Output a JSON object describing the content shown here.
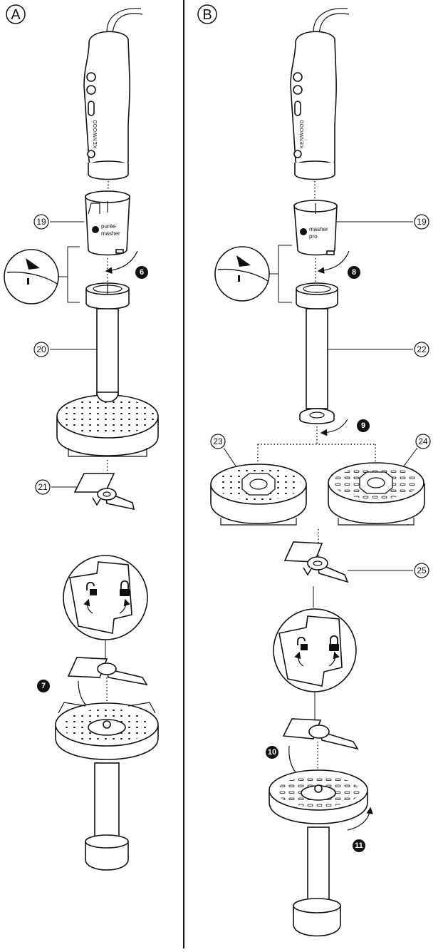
{
  "sections": {
    "a": {
      "letter": "A"
    },
    "b": {
      "letter": "B"
    }
  },
  "brand": "KENWOOD",
  "attachments": {
    "puree_line1": "purée",
    "puree_line2": "masher",
    "pro_line1": "masher",
    "pro_line2": "pro"
  },
  "part_labels": {
    "p19a": "19",
    "p20": "20",
    "p21": "21",
    "p19b": "19",
    "p22": "22",
    "p23": "23",
    "p24": "24",
    "p25": "25"
  },
  "steps": {
    "s6": "6",
    "s7": "7",
    "s8": "8",
    "s9": "9",
    "s10": "10",
    "s11": "11"
  }
}
